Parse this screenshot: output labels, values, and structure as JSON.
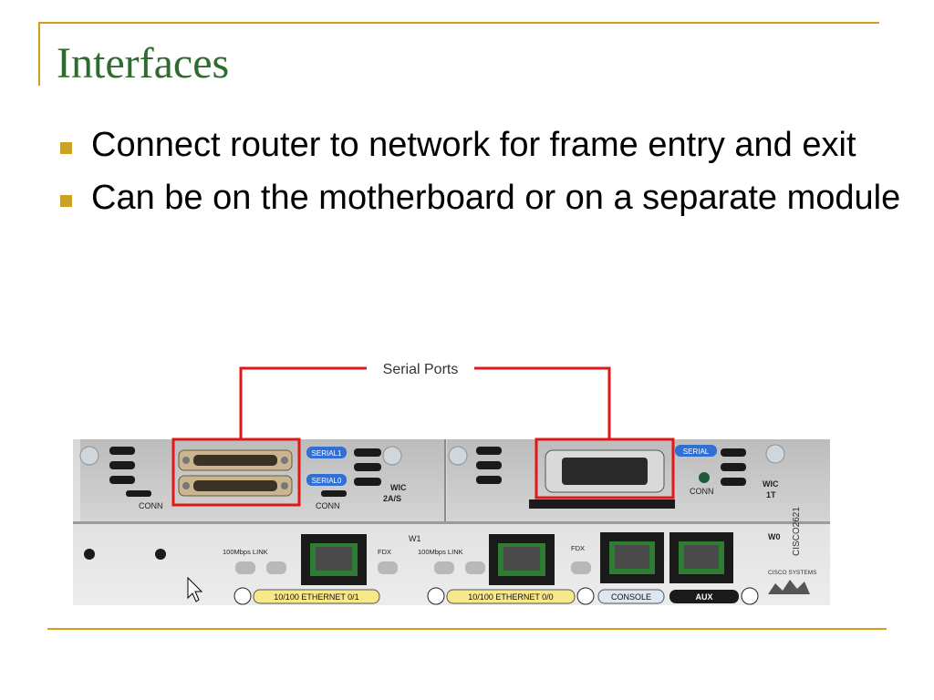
{
  "slide": {
    "title": "Interfaces",
    "bullets": [
      "Connect router to network for frame entry and exit",
      "Can be on the motherboard or on a separate module"
    ]
  },
  "figure": {
    "callout": "Serial Ports",
    "labels": {
      "serial1": "SERIAL1",
      "serial0": "SERIAL0",
      "serial": "SERIAL",
      "conn_a": "CONN",
      "conn_b": "CONN",
      "conn_c": "CONN",
      "wic_a": "WIC",
      "wic_a2": "2A/S",
      "wic_b": "WIC",
      "wic_b2": "1T",
      "w1": "W1",
      "w0": "W0",
      "link_a": "100Mbps LINK",
      "link_b": "100Mbps LINK",
      "fdx_a": "FDX",
      "fdx_b": "FDX",
      "eth01": "10/100 ETHERNET 0/1",
      "eth00": "10/100 ETHERNET 0/0",
      "console": "CONSOLE",
      "aux": "AUX",
      "model": "CISCO2621",
      "brand": "CISCO SYSTEMS"
    }
  },
  "colors": {
    "accent_line": "#d4a017",
    "title": "#2e6b2e",
    "bullet": "#c9a227",
    "highlight": "#e01818"
  }
}
